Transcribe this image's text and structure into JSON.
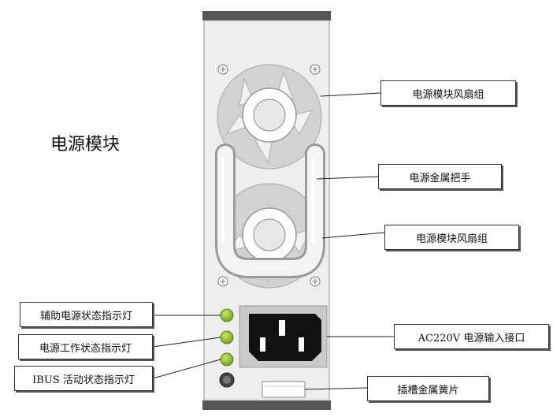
{
  "title": "电源模块",
  "labels": {
    "fan_top": "电源模块风扇组",
    "handle": "电源金属把手",
    "fan_bottom": "电源模块风扇组",
    "aux_led": "辅助电源状态指示灯",
    "work_led": "电源工作状态指示灯",
    "ibus_led": "IBUS 活动状态指示灯",
    "ac_port": "AC220V 电源输入接口",
    "slot_spring": "插槽金属簧片"
  },
  "colors": {
    "led_green": "#8fc21b",
    "panel": "#eeeeee",
    "bar": "#555555"
  }
}
